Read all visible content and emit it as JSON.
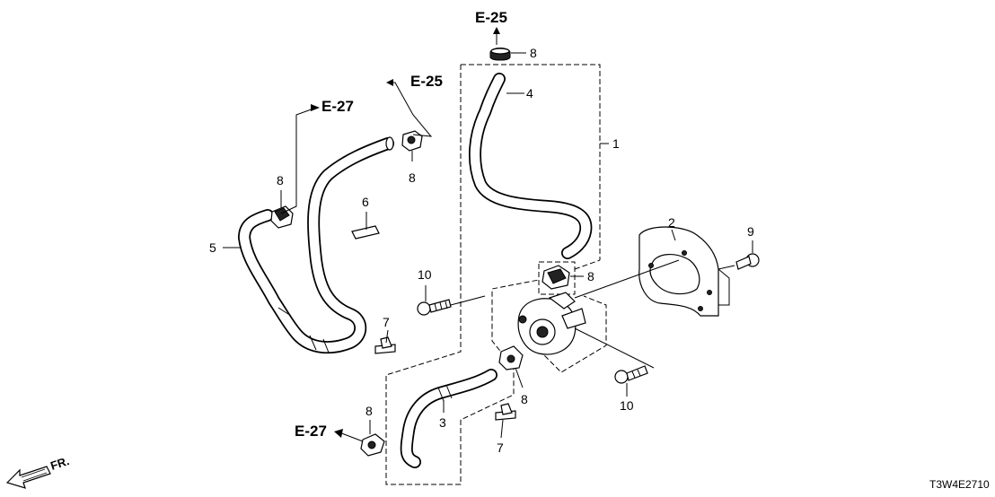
{
  "diagram_code": "T3W4E2710",
  "front_label": "FR.",
  "references": {
    "e25_top": "E-25",
    "e25_left": "E-25",
    "e27_left": "E-27",
    "e27_bottom": "E-27"
  },
  "part_numbers": {
    "p1": "1",
    "p2": "2",
    "p3": "3",
    "p4": "4",
    "p5": "5",
    "p6": "6",
    "p7_left": "7",
    "p7_bottom": "7",
    "p8_top": "8",
    "p8_upper_left": "8",
    "p8_left": "8",
    "p8_mid": "8",
    "p8_lower": "8",
    "p8_bottom_left": "8",
    "p9": "9",
    "p10_left": "10",
    "p10_right": "10"
  }
}
